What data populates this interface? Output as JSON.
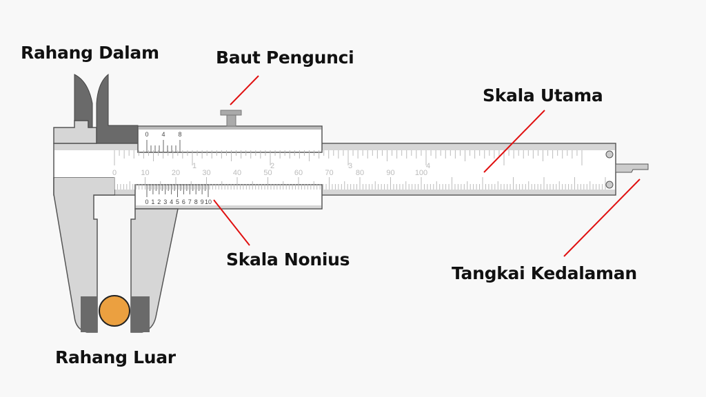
{
  "labels": {
    "inner_jaw": "Rahang Dalam",
    "lock_screw": "Baut Pengunci",
    "main_scale": "Skala Utama",
    "vernier_scale": "Skala Nonius",
    "depth_rod": "Tangkai Kedalaman",
    "outer_jaw": "Rahang Luar"
  },
  "main_scale_mm_labels": [
    "0",
    "10",
    "20",
    "30",
    "40",
    "50",
    "60",
    "70",
    "80",
    "90",
    "100"
  ],
  "main_scale_inch_labels": [
    "1",
    "2",
    "3",
    "4"
  ],
  "vernier_mm_labels": [
    "0",
    "1",
    "2",
    "3",
    "4",
    "5",
    "6",
    "7",
    "8",
    "9",
    "10"
  ],
  "vernier_inch_labels": [
    "0",
    "4",
    "8"
  ],
  "colors": {
    "pointer": "#e01010",
    "object": "#eba040",
    "body": "#d6d6d6",
    "jaw_dark": "#6a6a6a",
    "outline": "#555555"
  }
}
